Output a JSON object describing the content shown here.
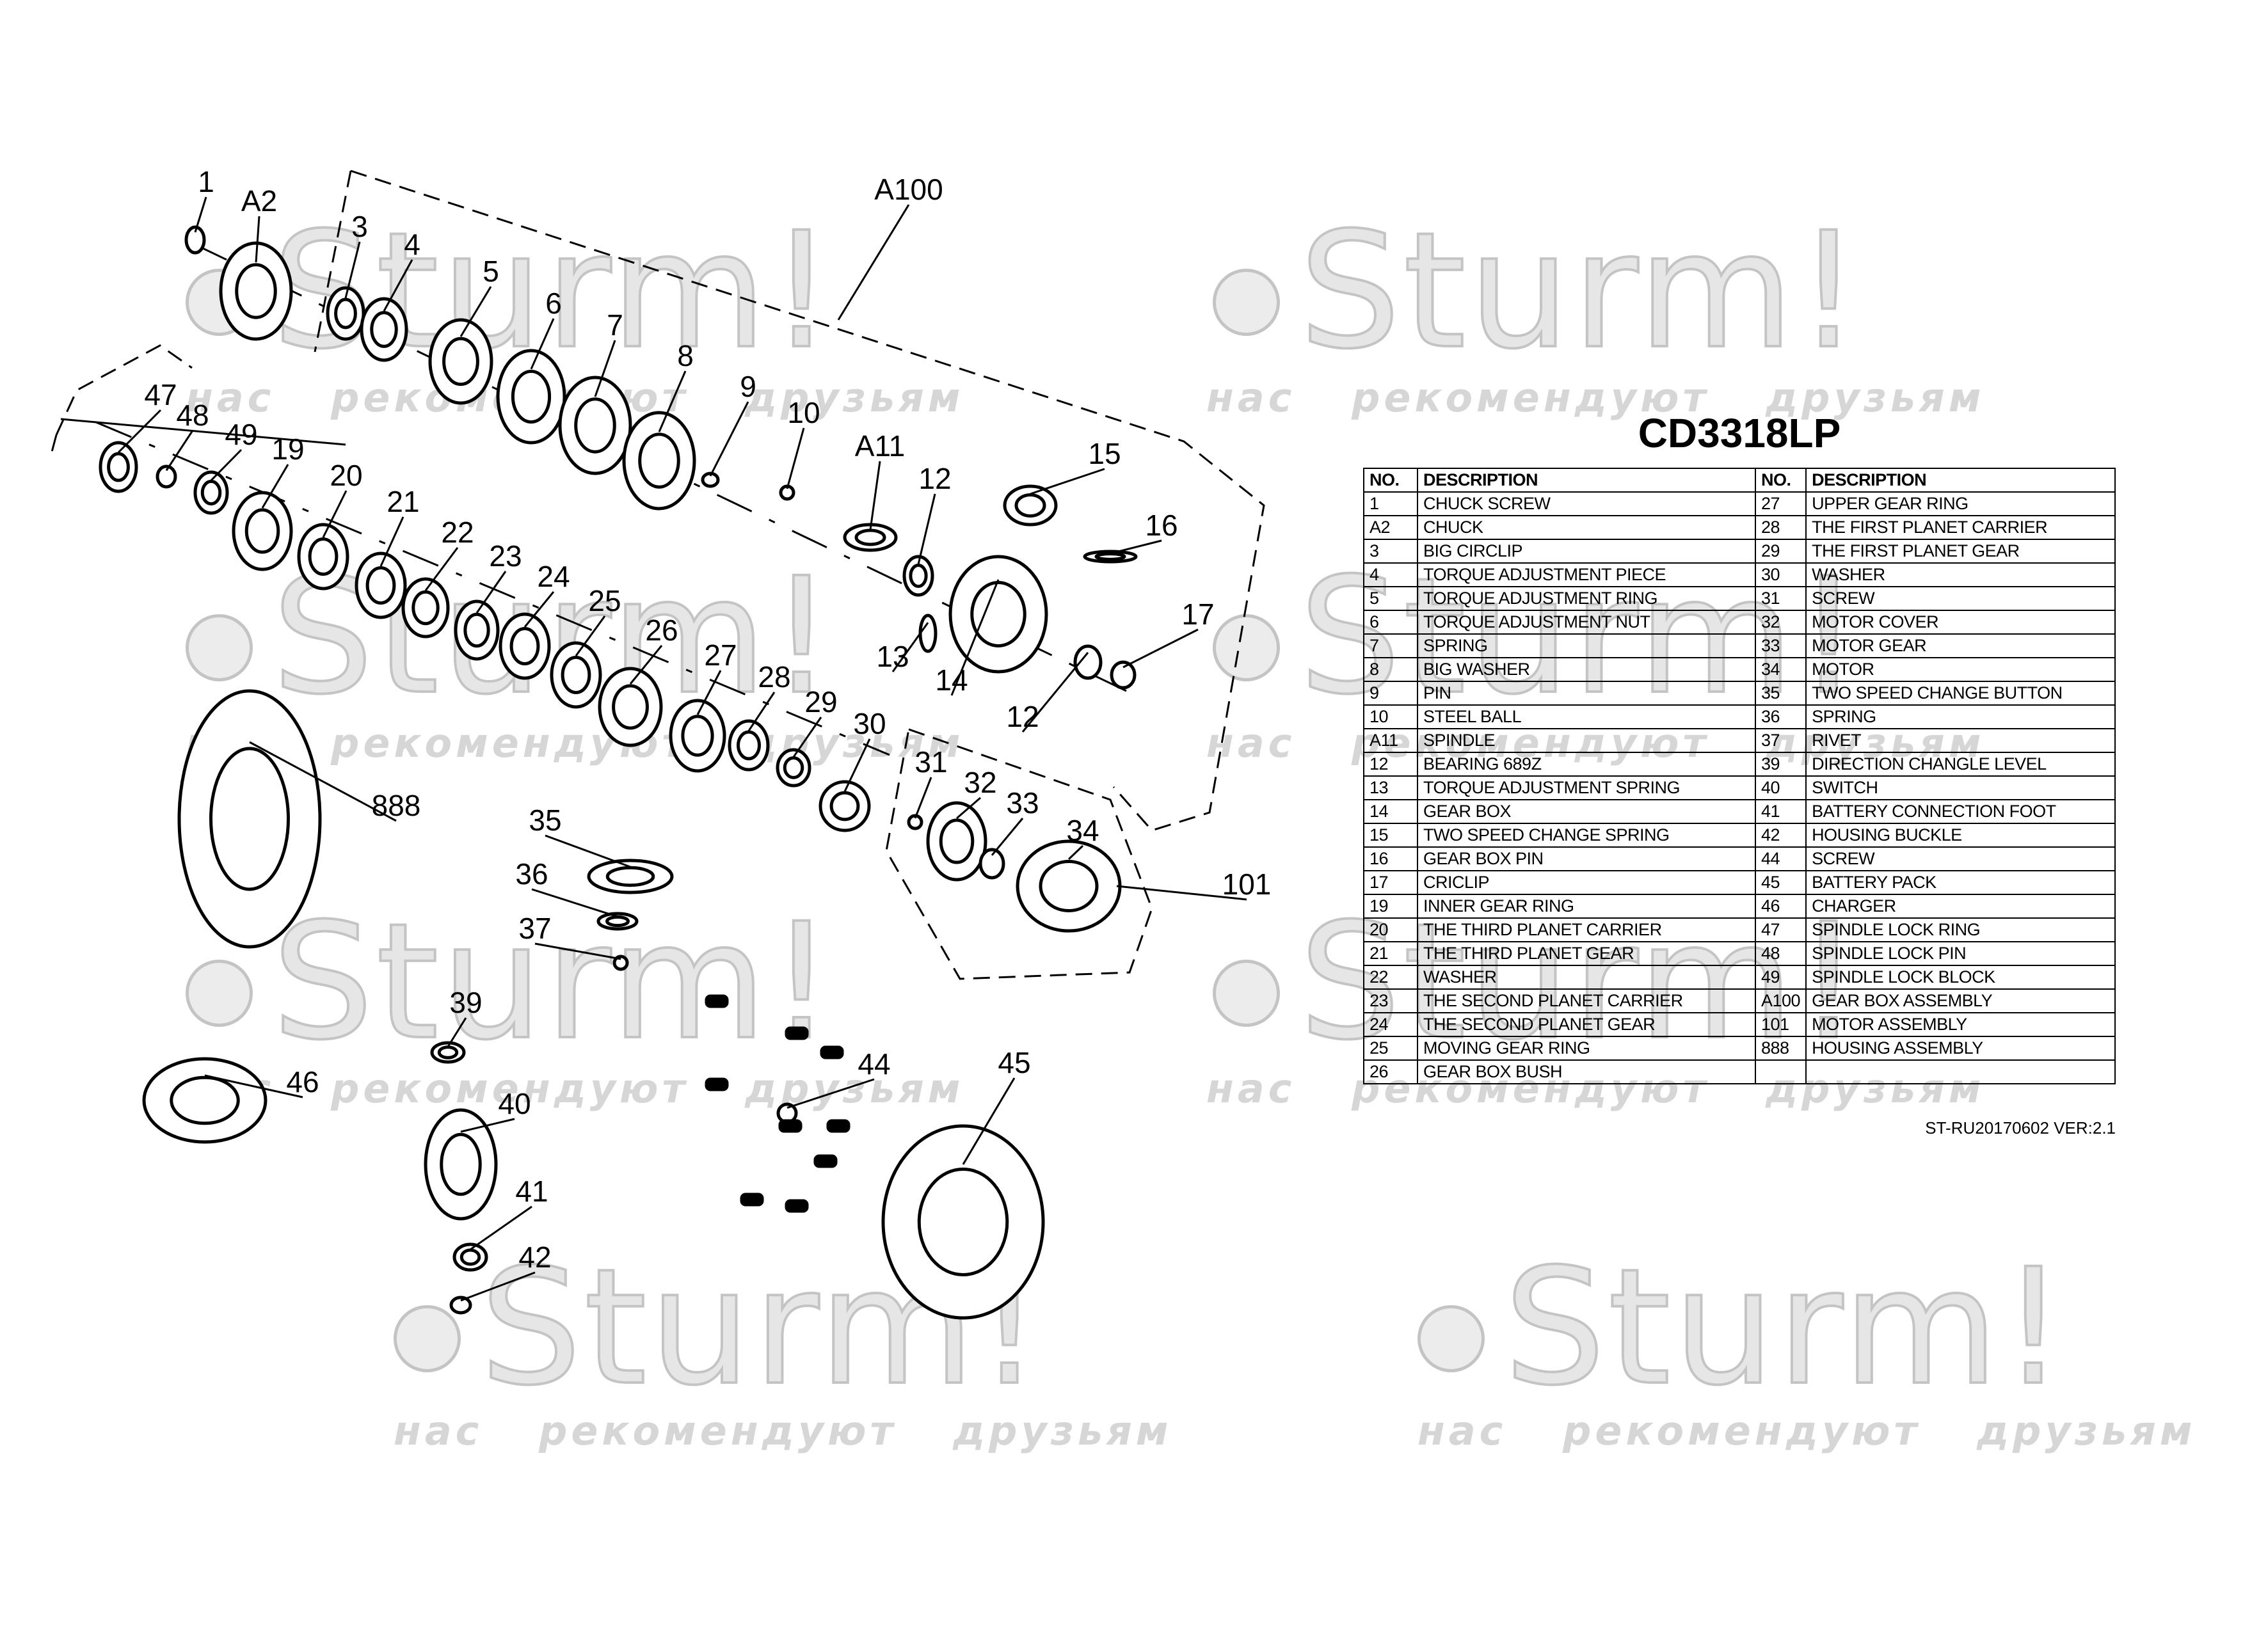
{
  "watermark": {
    "brand": "Sturm!",
    "slogan": "нас рекомендуют друзьям"
  },
  "model": "CD3318LP",
  "table": {
    "headers": [
      "NO.",
      "DESCRIPTION",
      "NO.",
      "DESCRIPTION"
    ],
    "rows": [
      [
        "1",
        "CHUCK SCREW",
        "27",
        "UPPER GEAR RING"
      ],
      [
        "A2",
        "CHUCK",
        "28",
        "THE FIRST PLANET CARRIER"
      ],
      [
        "3",
        "BIG CIRCLIP",
        "29",
        "THE FIRST PLANET GEAR"
      ],
      [
        "4",
        "TORQUE ADJUSTMENT PIECE",
        "30",
        "WASHER"
      ],
      [
        "5",
        "TORQUE ADJUSTMENT RING",
        "31",
        "SCREW"
      ],
      [
        "6",
        "TORQUE ADJUSTMENT NUT",
        "32",
        "MOTOR COVER"
      ],
      [
        "7",
        "SPRING",
        "33",
        "MOTOR GEAR"
      ],
      [
        "8",
        "BIG WASHER",
        "34",
        "MOTOR"
      ],
      [
        "9",
        "PIN",
        "35",
        "TWO SPEED CHANGE BUTTON"
      ],
      [
        "10",
        "STEEL BALL",
        "36",
        "SPRING"
      ],
      [
        "A11",
        "SPINDLE",
        "37",
        "RIVET"
      ],
      [
        "12",
        "BEARING 689Z",
        "39",
        "DIRECTION CHANGLE LEVEL"
      ],
      [
        "13",
        "TORQUE ADJUSTMENT SPRING",
        "40",
        "SWITCH"
      ],
      [
        "14",
        "GEAR BOX",
        "41",
        "BATTERY CONNECTION FOOT"
      ],
      [
        "15",
        "TWO SPEED CHANGE SPRING",
        "42",
        "HOUSING BUCKLE"
      ],
      [
        "16",
        "GEAR BOX PIN",
        "44",
        "SCREW"
      ],
      [
        "17",
        "CRICLIP",
        "45",
        "BATTERY PACK"
      ],
      [
        "19",
        "INNER GEAR RING",
        "46",
        "CHARGER"
      ],
      [
        "20",
        "THE THIRD PLANET CARRIER",
        "47",
        "SPINDLE LOCK RING"
      ],
      [
        "21",
        "THE THIRD PLANET GEAR",
        "48",
        "SPINDLE LOCK PIN"
      ],
      [
        "22",
        "WASHER",
        "49",
        "SPINDLE LOCK BLOCK"
      ],
      [
        "23",
        "THE SECOND PLANET CARRIER",
        "A100",
        "GEAR BOX ASSEMBLY"
      ],
      [
        "24",
        "THE SECOND PLANET GEAR",
        "101",
        "MOTOR ASSEMBLY"
      ],
      [
        "25",
        "MOVING GEAR RING",
        "888",
        "HOUSING ASSEMBLY"
      ],
      [
        "26",
        "GEAR BOX BUSH",
        "",
        ""
      ]
    ]
  },
  "footer": "ST-RU20170602  VER:2.1",
  "callouts": [
    "1",
    "A2",
    "3",
    "4",
    "5",
    "6",
    "7",
    "8",
    "9",
    "10",
    "A100",
    "A11",
    "12",
    "15",
    "16",
    "17",
    "13",
    "14",
    "12",
    "47",
    "48",
    "49",
    "19",
    "20",
    "21",
    "22",
    "23",
    "24",
    "25",
    "26",
    "27",
    "28",
    "29",
    "30",
    "31",
    "32",
    "33",
    "34",
    "101",
    "888",
    "35",
    "36",
    "37",
    "39",
    "46",
    "40",
    "41",
    "42",
    "44",
    "45"
  ]
}
